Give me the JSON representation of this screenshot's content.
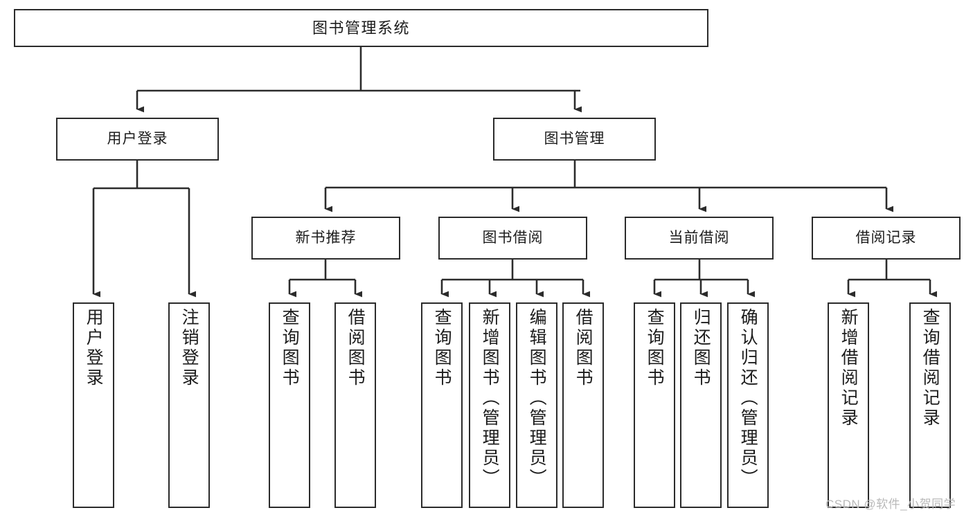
{
  "diagram": {
    "type": "tree-hierarchy",
    "title": "图书管理系统",
    "watermark": "CSDN @软件_小贺同学",
    "colors": {
      "box_border": "#2b2b2b",
      "box_fill": "#ffffff",
      "connector": "#2b2b2b",
      "text": "#1c1c1c",
      "watermark": "#b9b9b9"
    },
    "nodes": {
      "root": {
        "label": "图书管理系统"
      },
      "level1": [
        {
          "label": "用户登录"
        },
        {
          "label": "图书管理"
        }
      ],
      "level2": [
        {
          "label": "新书推荐"
        },
        {
          "label": "图书借阅"
        },
        {
          "label": "当前借阅"
        },
        {
          "label": "借阅记录"
        }
      ],
      "leaves": {
        "user_login": [
          {
            "label": "用户登录"
          },
          {
            "label": "注销登录"
          }
        ],
        "new_book_recommend": [
          {
            "label": "查询图书"
          },
          {
            "label": "借阅图书"
          }
        ],
        "book_borrow": [
          {
            "label": "查询图书"
          },
          {
            "label": "新增图书（管理员）"
          },
          {
            "label": "编辑图书（管理员）"
          },
          {
            "label": "借阅图书"
          }
        ],
        "current_borrow": [
          {
            "label": "查询图书"
          },
          {
            "label": "归还图书"
          },
          {
            "label": "确认归还（管理员）"
          }
        ],
        "borrow_records": [
          {
            "label": "新增借阅记录"
          },
          {
            "label": "查询借阅记录"
          }
        ]
      }
    }
  }
}
